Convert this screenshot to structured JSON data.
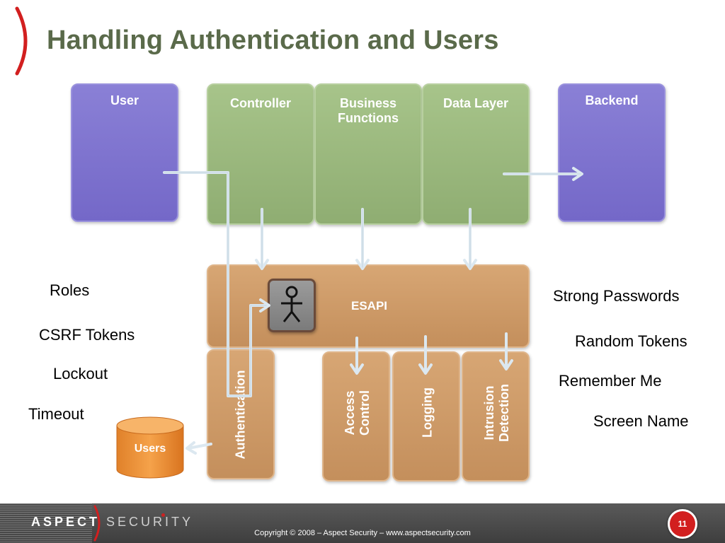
{
  "title": "Handling Authentication and Users",
  "boxes": {
    "user": "User",
    "controller": "Controller",
    "business": "Business\nFunctions",
    "data_layer": "Data Layer",
    "backend": "Backend",
    "esapi": "ESAPI",
    "authentication": "Authentication",
    "access_control": "Access\nControl",
    "logging": "Logging",
    "intrusion": "Intrusion\nDetection",
    "users_store": "Users"
  },
  "left_features": [
    "Roles",
    "CSRF Tokens",
    "Lockout",
    "Timeout"
  ],
  "right_features": [
    "Strong Passwords",
    "Random Tokens",
    "Remember Me",
    "Screen Name"
  ],
  "footer": {
    "logo_aspect": "ASPECT",
    "logo_security": "SECURITY",
    "copyright": "Copyright © 2008 – Aspect Security – www.aspectsecurity.com",
    "page_number": "11"
  },
  "colors": {
    "title": "#5a6a4a",
    "purple": "#7d72cf",
    "green": "#9ab87e",
    "brown": "#cd9866",
    "arrow": "#d6e4ee",
    "accent_red": "#d21f1f"
  },
  "icons": {
    "actor": "stick-figure-icon",
    "database": "database-cylinder-icon"
  }
}
